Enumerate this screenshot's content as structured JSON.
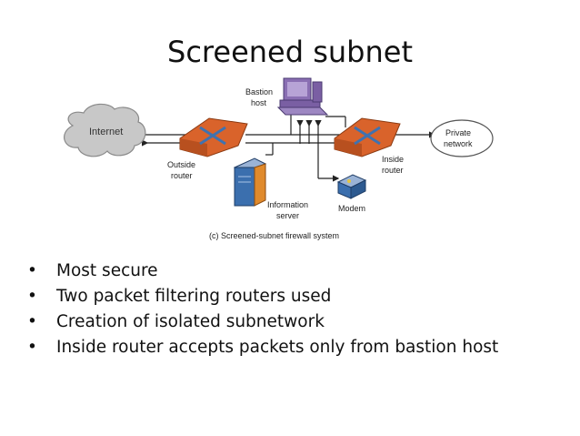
{
  "slide": {
    "title": "Screened subnet"
  },
  "diagram": {
    "labels": {
      "internet": "Internet",
      "bastion_line1": "Bastion",
      "bastion_line2": "host",
      "private_line1": "Private",
      "private_line2": "network",
      "outside_line1": "Outside",
      "outside_line2": "router",
      "inside_line1": "Inside",
      "inside_line2": "router",
      "info_line1": "Information",
      "info_line2": "server",
      "modem": "Modem"
    },
    "caption": "(c) Screened-subnet firewall system",
    "colors": {
      "router": "#d9632b",
      "router_x": "#3f72b0",
      "cloud": "#c8c8c8",
      "computer": "#8a6fb3",
      "server": "#3b6fae",
      "server_side": "#e08a2c",
      "modem": "#3b6fae"
    }
  },
  "bullets": {
    "marker": "•",
    "items": [
      "Most secure",
      "Two packet filtering routers used",
      "Creation of isolated subnetwork",
      "Inside router accepts packets only from bastion host"
    ]
  }
}
